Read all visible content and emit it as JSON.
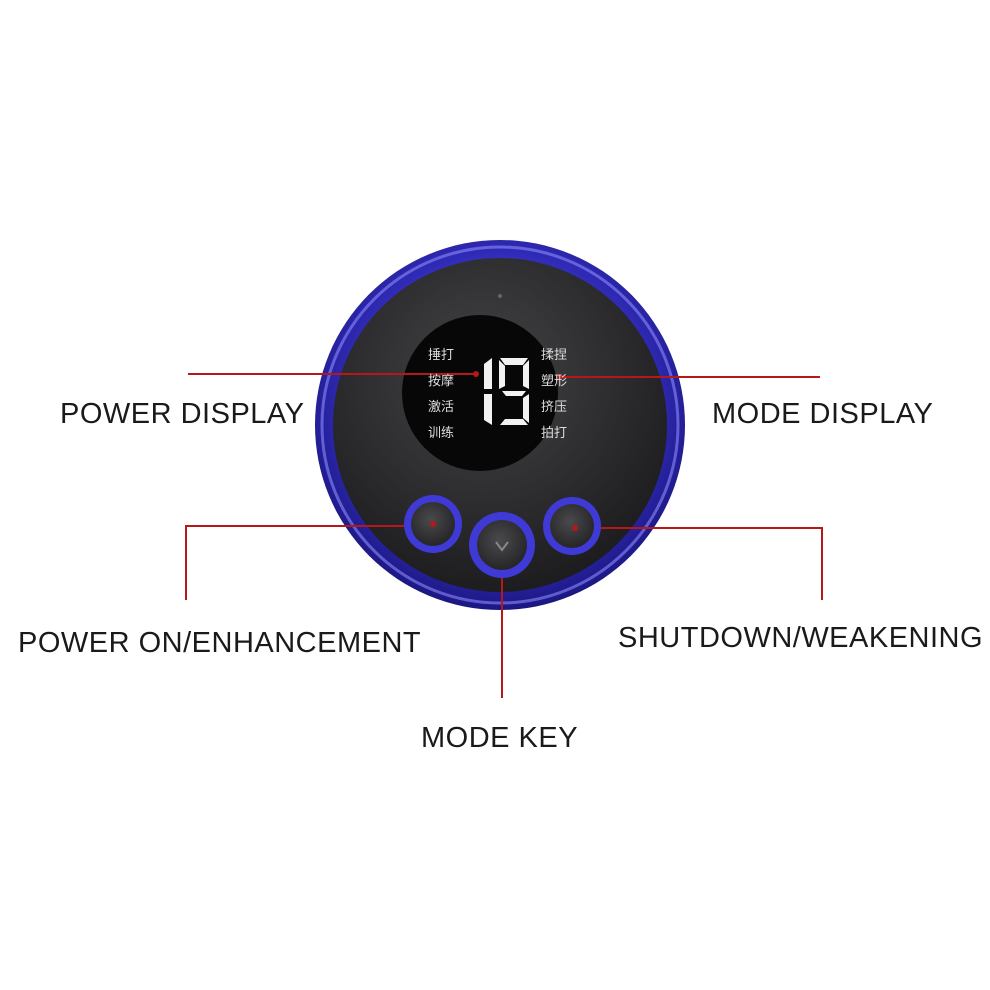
{
  "display": {
    "power_level": "19",
    "modes_left": [
      "捶打",
      "按摩",
      "激活",
      "训练"
    ],
    "modes_right": [
      "揉捏",
      "塑形",
      "挤压",
      "拍打"
    ]
  },
  "callouts": {
    "power_display": "POWER DISPLAY",
    "mode_display": "MODE DISPLAY",
    "power_on": "POWER ON/ENHANCEMENT",
    "shutdown": "SHUTDOWN/WEAKENING",
    "mode_key": "MODE KEY"
  },
  "colors": {
    "ring": "#3b36c8",
    "body": "#2a2a2c",
    "screen": "#0a0a0a",
    "leader": "#b51818"
  }
}
